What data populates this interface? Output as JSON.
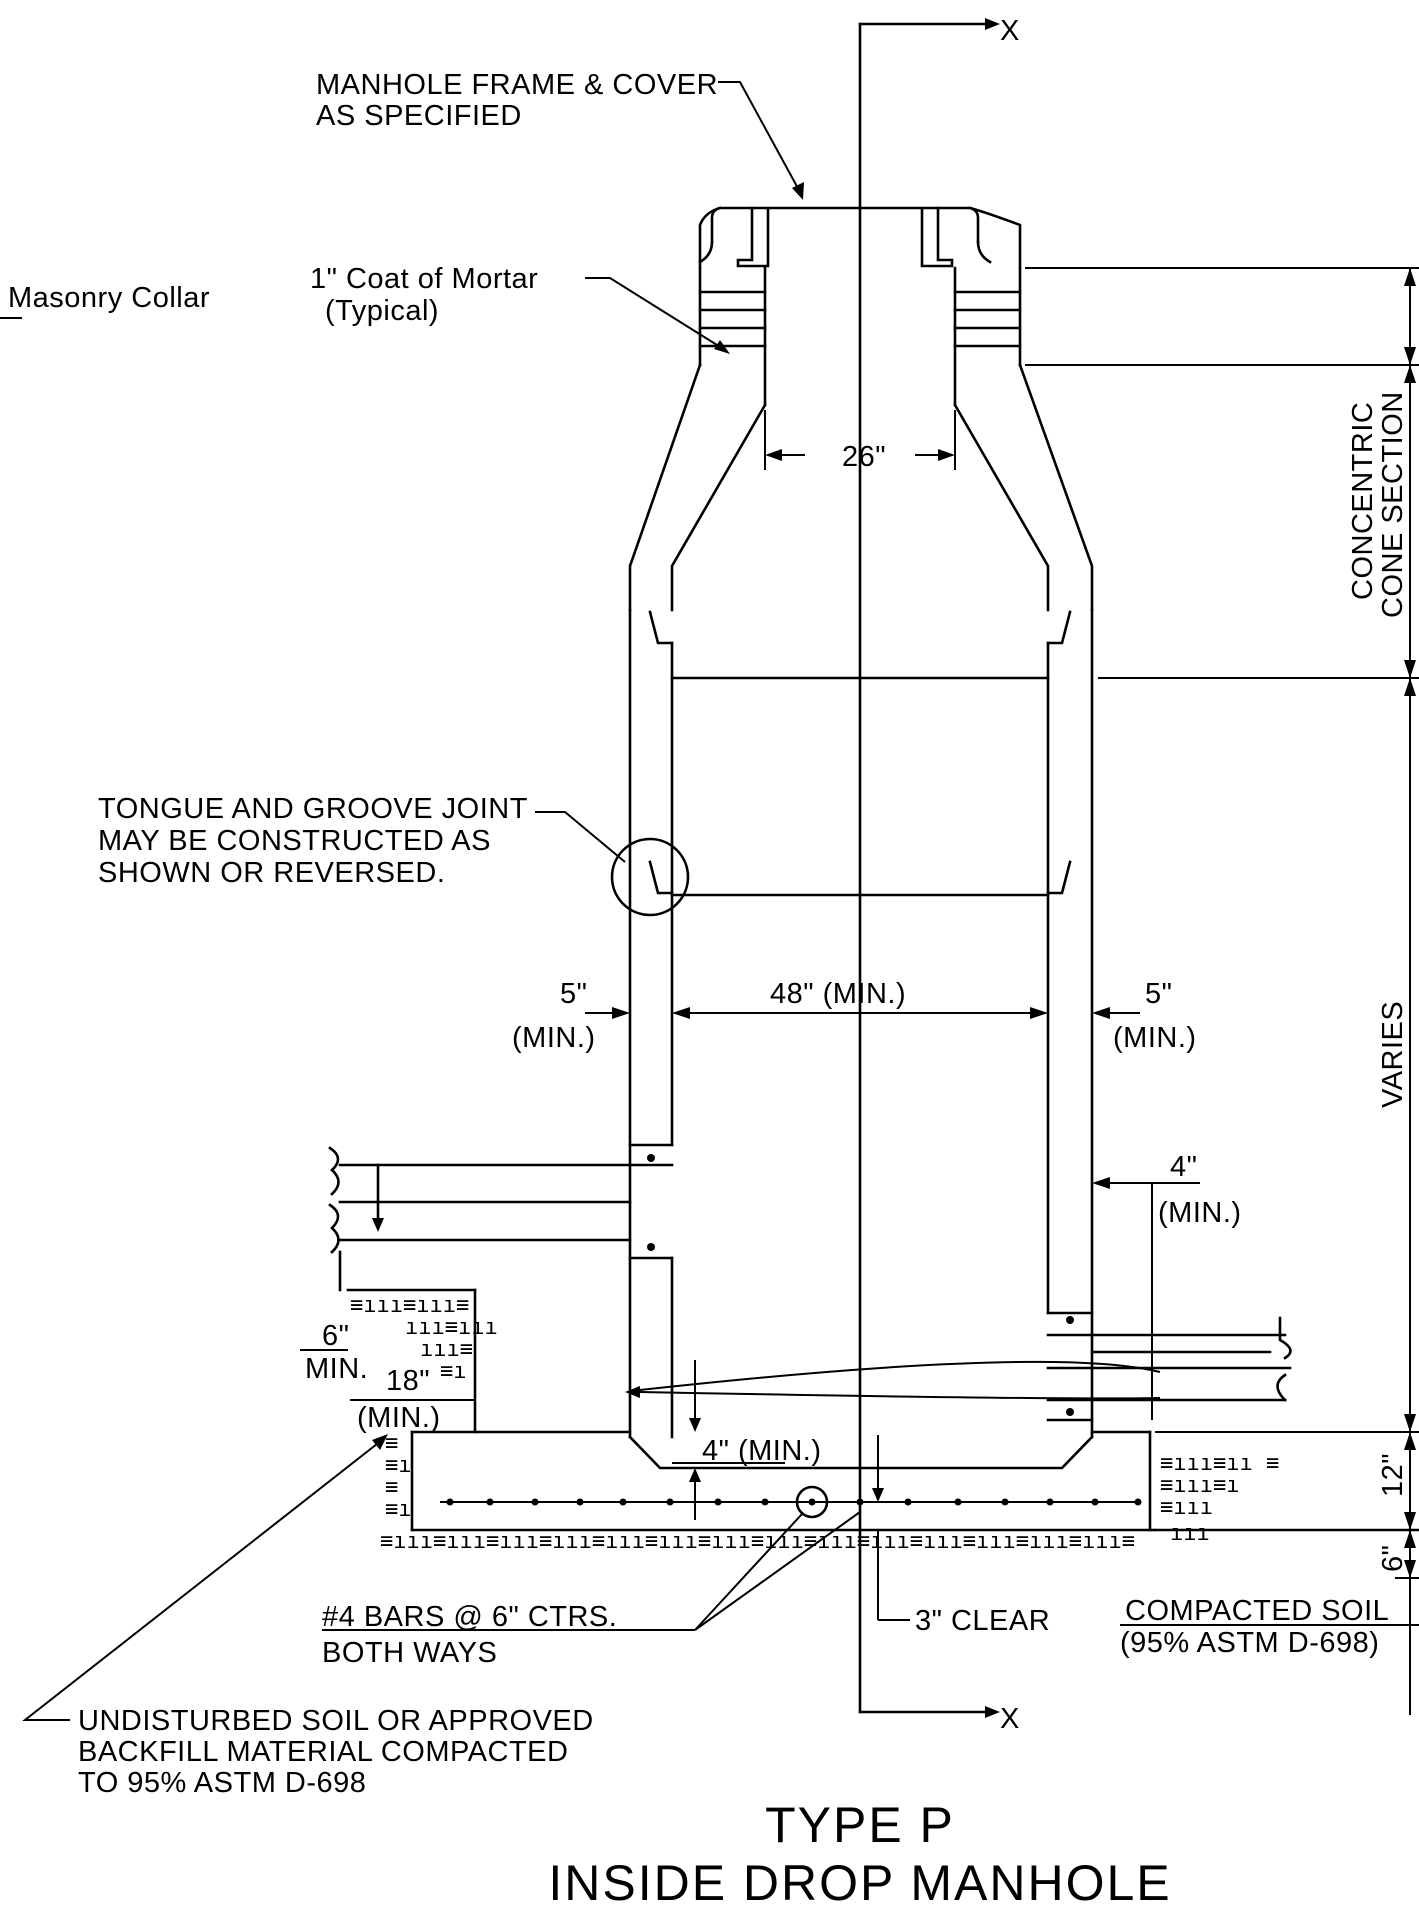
{
  "title": {
    "line1": "TYPE P",
    "line2": "INSIDE DROP MANHOLE"
  },
  "section_marker": {
    "top": "X",
    "bottom": "X"
  },
  "labels": {
    "frame_cover_1": "MANHOLE FRAME & COVER",
    "frame_cover_2": "AS SPECIFIED",
    "masonry_collar": "Masonry Collar",
    "mortar_1": "1\" Coat of Mortar",
    "mortar_2": "(Typical)",
    "tongue_1": "TONGUE AND GROOVE JOINT",
    "tongue_2": "MAY BE CONSTRUCTED AS",
    "tongue_3": "SHOWN OR REVERSED.",
    "bars_1": "#4 BARS @ 6\" CTRS.",
    "bars_2": "BOTH WAYS",
    "clear": "3\" CLEAR",
    "soil_1": "COMPACTED SOIL",
    "soil_2": "(95% ASTM D-698)",
    "undisturbed_1": "UNDISTURBED SOIL OR APPROVED",
    "undisturbed_2": "BACKFILL MATERIAL COMPACTED",
    "undisturbed_3": "TO 95% ASTM D-698",
    "cone_1": "CONCENTRIC",
    "cone_2": "CONE SECTION",
    "varies": "VARIES"
  },
  "dimensions": {
    "opening": "26\"",
    "inside_dia": "48\" (MIN.)",
    "wall_left": "5\"",
    "wall_left_min": "(MIN.)",
    "wall_right": "5\"",
    "wall_right_min": "(MIN.)",
    "pipe_wall": "4\"",
    "pipe_wall_min": "(MIN.)",
    "encase_top": "6\"",
    "encase_top_min": "MIN.",
    "encase_side": "18\"",
    "encase_side_min": "(MIN.)",
    "bench": "4\" (MIN.)",
    "base_thick": "12\"",
    "subbase": "6\""
  },
  "hatch_pattern": "≡ııı≡ııı≡ııı≡ııı≡ııı≡ııı≡ııı≡ııı≡ııı≡ııı≡ııı≡ııı≡ııı≡ııı≡"
}
